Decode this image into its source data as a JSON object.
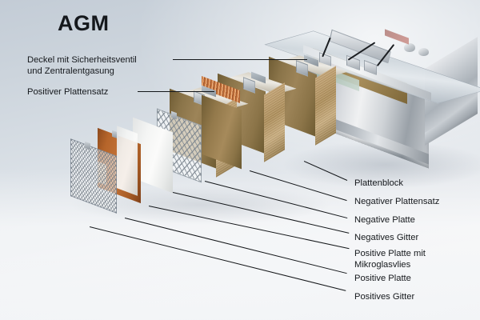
{
  "diagram": {
    "title": "AGM",
    "type": "exploded-view-technical-illustration",
    "subject": "AGM lead-acid battery cutaway",
    "language": "de"
  },
  "labels_left": [
    {
      "id": "deckel",
      "text": "Deckel mit Sicherheitsventil\nund Zentralentgasung"
    },
    {
      "id": "positiver-plattensatz",
      "text": "Positiver Plattensatz"
    }
  ],
  "labels_right": [
    {
      "id": "plattenblock",
      "text": "Plattenblock"
    },
    {
      "id": "negativer-plattensatz",
      "text": "Negativer Plattensatz"
    },
    {
      "id": "negative-platte",
      "text": "Negative Platte"
    },
    {
      "id": "negatives-gitter",
      "text": "Negatives Gitter"
    },
    {
      "id": "positive-platte-mikroglasvlies",
      "text": "Positive Platte mit\nMikroglasvlies"
    },
    {
      "id": "positive-platte",
      "text": "Positive Platte"
    },
    {
      "id": "positives-gitter",
      "text": "Positives Gitter"
    }
  ],
  "colors": {
    "background_top": "#c3ccd6",
    "background_bottom": "#eceef1",
    "text": "#16191d",
    "leader_line": "#14171a",
    "plate_block_tan": "#9d8458",
    "positive_plate_orange": "#c4743a",
    "separator_white": "#f4f5f4",
    "grid_mesh_grey": "#6e757d",
    "case_metal": "#d7dade",
    "copper_lug": "#c1703a"
  }
}
